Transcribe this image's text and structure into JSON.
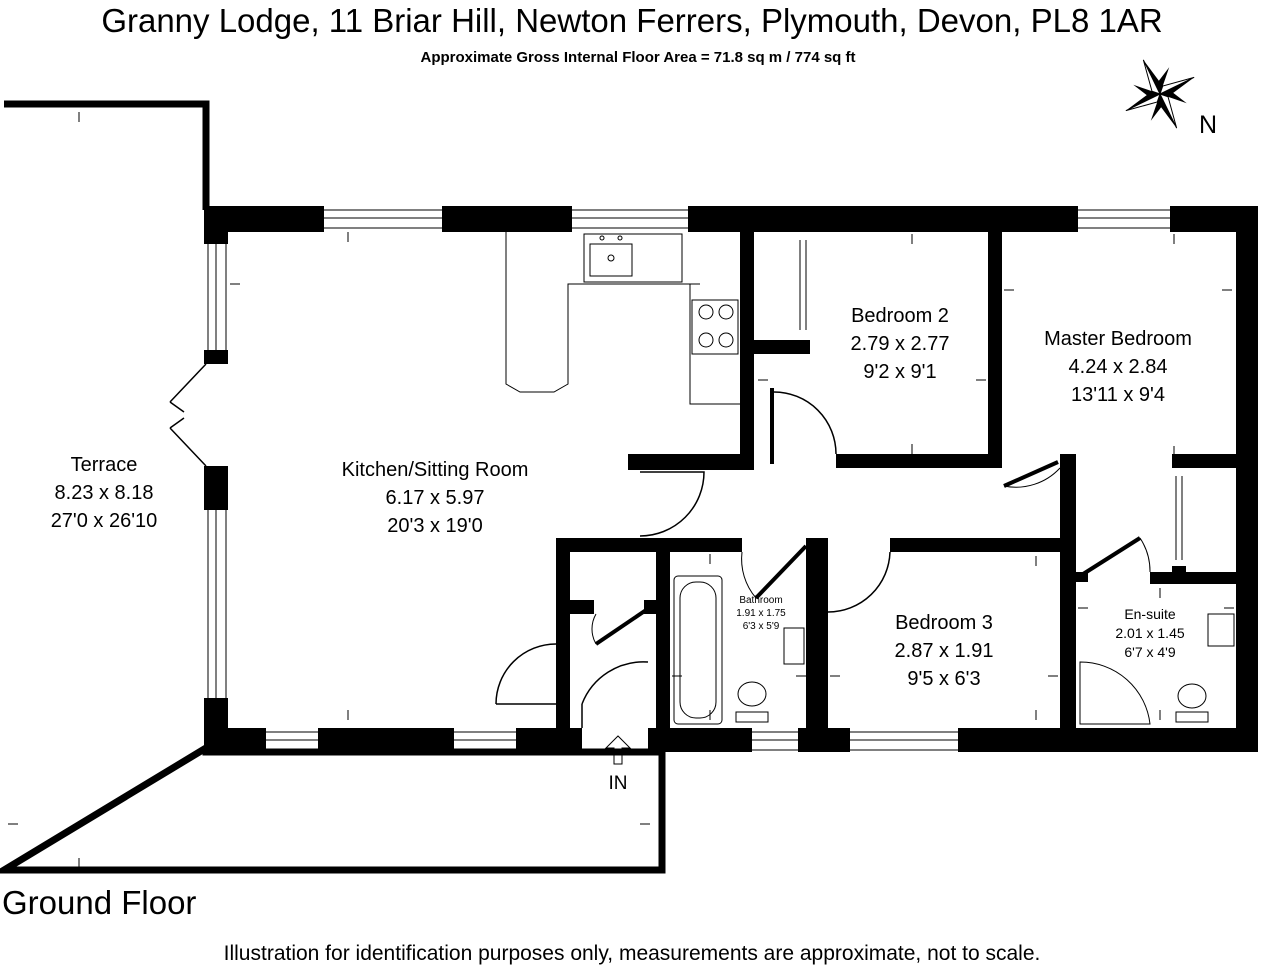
{
  "header": {
    "title": "Granny Lodge, 11 Briar Hill, Newton Ferrers, Plymouth, Devon, PL8 1AR",
    "area": "Approximate Gross Internal Floor Area  = 71.8 sq m / 774 sq ft"
  },
  "compass": {
    "label": "N"
  },
  "rooms": {
    "terrace": {
      "name": "Terrace",
      "metric": "8.23 x 8.18",
      "imperial": "27'0 x 26'10"
    },
    "kitchen": {
      "name": "Kitchen/Sitting Room",
      "metric": "6.17 x 5.97",
      "imperial": "20'3 x 19'0"
    },
    "bedroom2": {
      "name": "Bedroom  2",
      "metric": "2.79 x 2.77",
      "imperial": "9'2 x 9'1"
    },
    "master": {
      "name": "Master Bedroom",
      "metric": "4.24 x 2.84",
      "imperial": "13'11 x 9'4"
    },
    "bathroom": {
      "name": "Bathroom",
      "metric": "1.91 x 1.75",
      "imperial": "6'3 x 5'9"
    },
    "bedroom3": {
      "name": "Bedroom  3",
      "metric": "2.87 x 1.91",
      "imperial": "9'5 x 6'3"
    },
    "ensuite": {
      "name": "En-suite",
      "metric": "2.01 x 1.45",
      "imperial": "6'7 x 4'9"
    }
  },
  "entrance": {
    "label": "IN"
  },
  "footer": {
    "floor": "Ground Floor",
    "disclaimer": "Illustration for identification purposes only, measurements are approximate, not to scale."
  }
}
